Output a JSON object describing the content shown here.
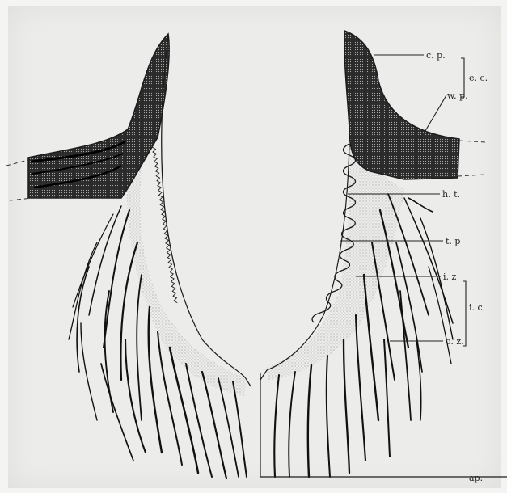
{
  "figure": {
    "labels": {
      "cp": "c. p.",
      "wp": "w. p.",
      "ec": "e. c.",
      "ht": "h. t.",
      "tp": "t. p",
      "iz": "i. z",
      "ic": "i. c.",
      "oz": "o. z.",
      "ap": "ap."
    },
    "colors": {
      "ink": "#1c1c1c",
      "paper": "#ecedea",
      "stipple": "#3a3a3a"
    }
  }
}
